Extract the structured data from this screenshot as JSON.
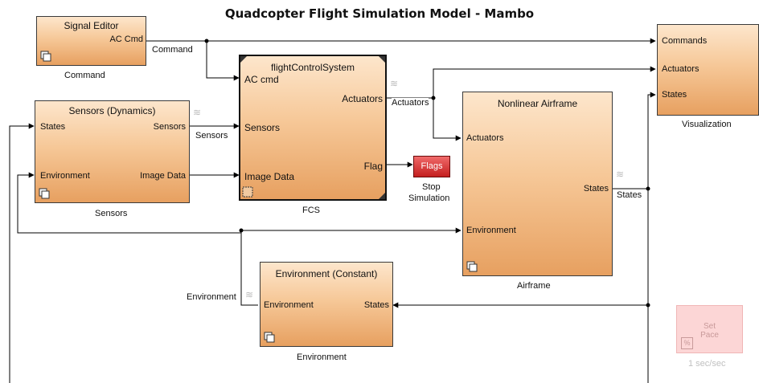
{
  "title": "Quadcopter Flight Simulation Model - Mambo",
  "blocks": {
    "command": {
      "title": "Signal Editor",
      "out_port": "AC Cmd",
      "label": "Command"
    },
    "sensors": {
      "title": "Sensors (Dynamics)",
      "in_ports": [
        "States",
        "Environment"
      ],
      "out_ports": [
        "Sensors",
        "Image Data"
      ],
      "label": "Sensors"
    },
    "fcs": {
      "title": "flightControlSystem",
      "in_ports": [
        "AC cmd",
        "Sensors",
        "Image Data"
      ],
      "out_ports": [
        "Actuators",
        "Flag"
      ],
      "label": "FCS"
    },
    "flags": {
      "title": "Flags",
      "label_line1": "Stop",
      "label_line2": "Simulation"
    },
    "airframe": {
      "title": "Nonlinear Airframe",
      "in_ports": [
        "Actuators",
        "Environment"
      ],
      "out_port": "States",
      "label": "Airframe"
    },
    "environment": {
      "title": "Environment (Constant)",
      "in_port": "Environment",
      "out_port": "States",
      "label": "Environment"
    },
    "visualization": {
      "in_ports": [
        "Commands",
        "Actuators",
        "States"
      ],
      "label": "Visualization"
    },
    "setpace": {
      "title_line1": "Set",
      "title_line2": "Pace",
      "label": "1 sec/sec",
      "icon": "%"
    }
  },
  "signals": {
    "command": "Command",
    "sensors": "Sensors",
    "actuators": "Actuators",
    "states": "States",
    "environment": "Environment"
  },
  "colors": {
    "block_top": "#fde6cc",
    "block_bottom": "#e7a060",
    "flags": "#c41e1e",
    "setpace": "#fcd6d6"
  }
}
